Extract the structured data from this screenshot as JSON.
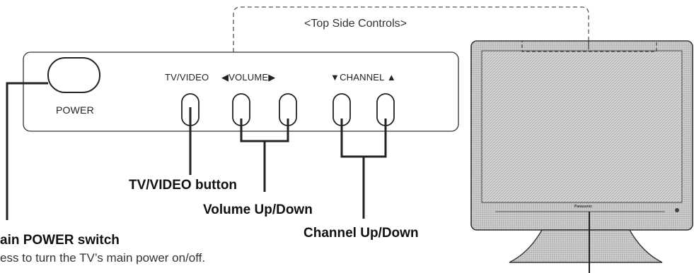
{
  "header": {
    "title": "<Top Side Controls>"
  },
  "panel": {
    "power_label": "POWER",
    "tvvideo_label": "TV/VIDEO",
    "volume_label": "◀VOLUME▶",
    "channel_label": "▼CHANNEL ▲"
  },
  "callouts": {
    "tvvideo": "TV/VIDEO button",
    "volume": "Volume Up/Down",
    "channel": "Channel Up/Down",
    "main_power": "ain POWER switch",
    "main_power_desc": "ess to turn the TV’s main power on/off."
  },
  "tv": {
    "brand": "Panasonic"
  }
}
